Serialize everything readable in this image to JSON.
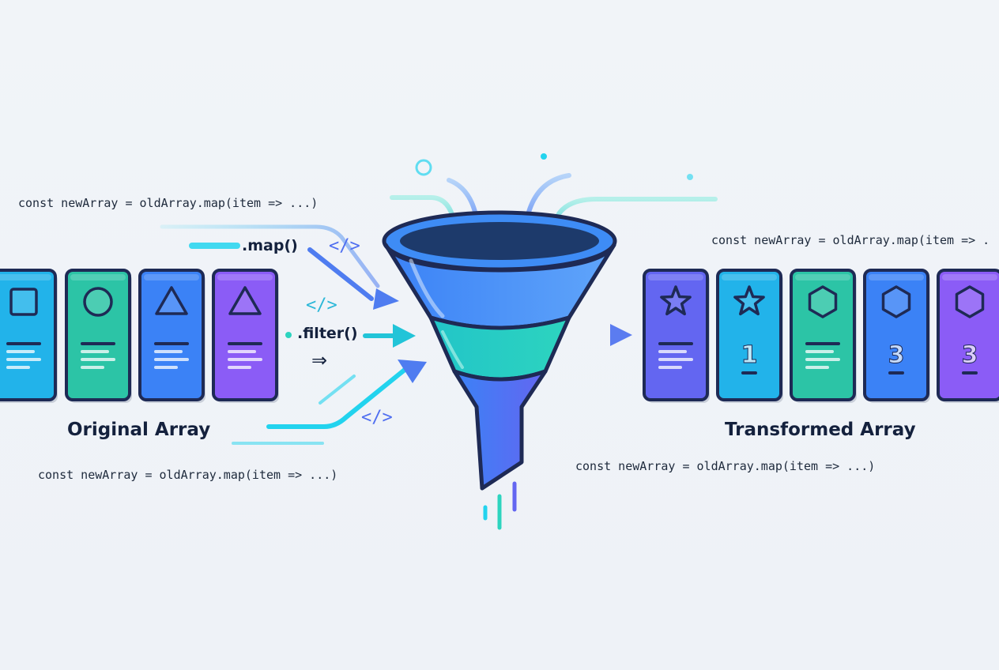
{
  "original": {
    "title": "Original Array",
    "code_top": "const newArray = oldArray.map(item => ...)",
    "code_bottom": "const newArray = oldArray.map(item => ...)",
    "items": [
      {
        "shape": "square-icon",
        "color": "#22b3ea"
      },
      {
        "shape": "circle-icon",
        "color": "#2cc4a6"
      },
      {
        "shape": "triangle-icon",
        "color": "#3b82f6"
      },
      {
        "shape": "triangle-icon",
        "color": "#8b5cf6"
      }
    ]
  },
  "methods": {
    "map": ".map()",
    "filter": ".filter()",
    "arrow": "⇒",
    "tag": "</>"
  },
  "transformed": {
    "title": "Transformed Array",
    "code_top": "const newArray = oldArray.map(item => .",
    "code_bottom": "const newArray = oldArray.map(item => ...)",
    "items": [
      {
        "shape": "star-icon",
        "color": "#6366f1",
        "value": ""
      },
      {
        "shape": "star-icon",
        "color": "#22b3ea",
        "value": "1"
      },
      {
        "shape": "hexagon-icon",
        "color": "#2cc4a6",
        "value": ""
      },
      {
        "shape": "hexagon-icon",
        "color": "#3b82f6",
        "value": "3"
      },
      {
        "shape": "hexagon-icon",
        "color": "#8b5cf6",
        "value": "3"
      }
    ]
  },
  "colors": {
    "navy": "#1e2a55",
    "cyan": "#22d3ee",
    "teal": "#2dd4bf",
    "blue": "#3b82f6",
    "indigo": "#6366f1",
    "violet": "#8b5cf6"
  }
}
